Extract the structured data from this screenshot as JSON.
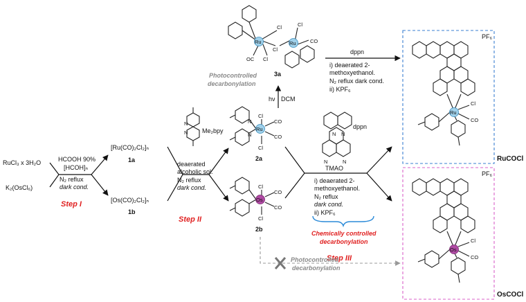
{
  "reactants": {
    "ru_salt": "RuCl₃ x 3H₂O",
    "os_salt": "K₂(OsCl₆)"
  },
  "step1": {
    "cond1": "HCOOH 90%",
    "cond2": "[HCOH]ₙ",
    "cond3": "N₂ reflux",
    "cond4": "dark cond.",
    "label": "Step I"
  },
  "intermediates": {
    "ru_polymer": "[Ru(CO)₂Cl₂]ₙ",
    "ru_id": "1a",
    "os_polymer": "[Os(CO)₂Cl₂]ₙ",
    "os_id": "1b"
  },
  "step2": {
    "ligand": "Me₂bpy",
    "cond1": "deaerated",
    "cond2": "alcoholic sol.",
    "cond3": "N₂ reflux",
    "cond4": "dark cond.",
    "label": "Step II"
  },
  "complexes": {
    "ru_mono_id": "2a",
    "os_mono_id": "2b",
    "dimer_id": "3a"
  },
  "photo": {
    "hv": "hν",
    "solvent": "DCM",
    "label1": "Photocontrolled",
    "label2": "decarbonylation"
  },
  "step3": {
    "ligand": "dppn",
    "oxidant": "TMAO",
    "c1": "i) deaerated 2-",
    "c2": "methoxyethanol.",
    "c3": "N₂ reflux",
    "c4": "dark cond.",
    "c5": "ii) KPF₆",
    "chem1": "Chemically controlled",
    "chem2": "decarbonylation",
    "label": "Step III"
  },
  "dimer_route": {
    "ligand": "dppn",
    "c1": "i) deaerated 2-",
    "c2": "methoxyethanol.",
    "c3": "N₂ reflux dark cond.",
    "c4": "ii) KPF₆"
  },
  "failed": {
    "label1": "Photocontrolled",
    "label2": "decarbonylation"
  },
  "products": {
    "ru_name": "RuCOCl",
    "os_name": "OsCOCl",
    "counterion": "PF₆",
    "colors": {
      "ru_box": "#3a7fd0",
      "os_box": "#d85fc8",
      "ru_atom": "#9fd0ea",
      "os_atom": "#b04aa4",
      "step": "#e02020",
      "grey": "#8a8a8a"
    }
  },
  "atoms": {
    "ru": "Ru",
    "os": "Os",
    "cl": "Cl",
    "co": "CO",
    "oc": "OC",
    "n": "N"
  }
}
